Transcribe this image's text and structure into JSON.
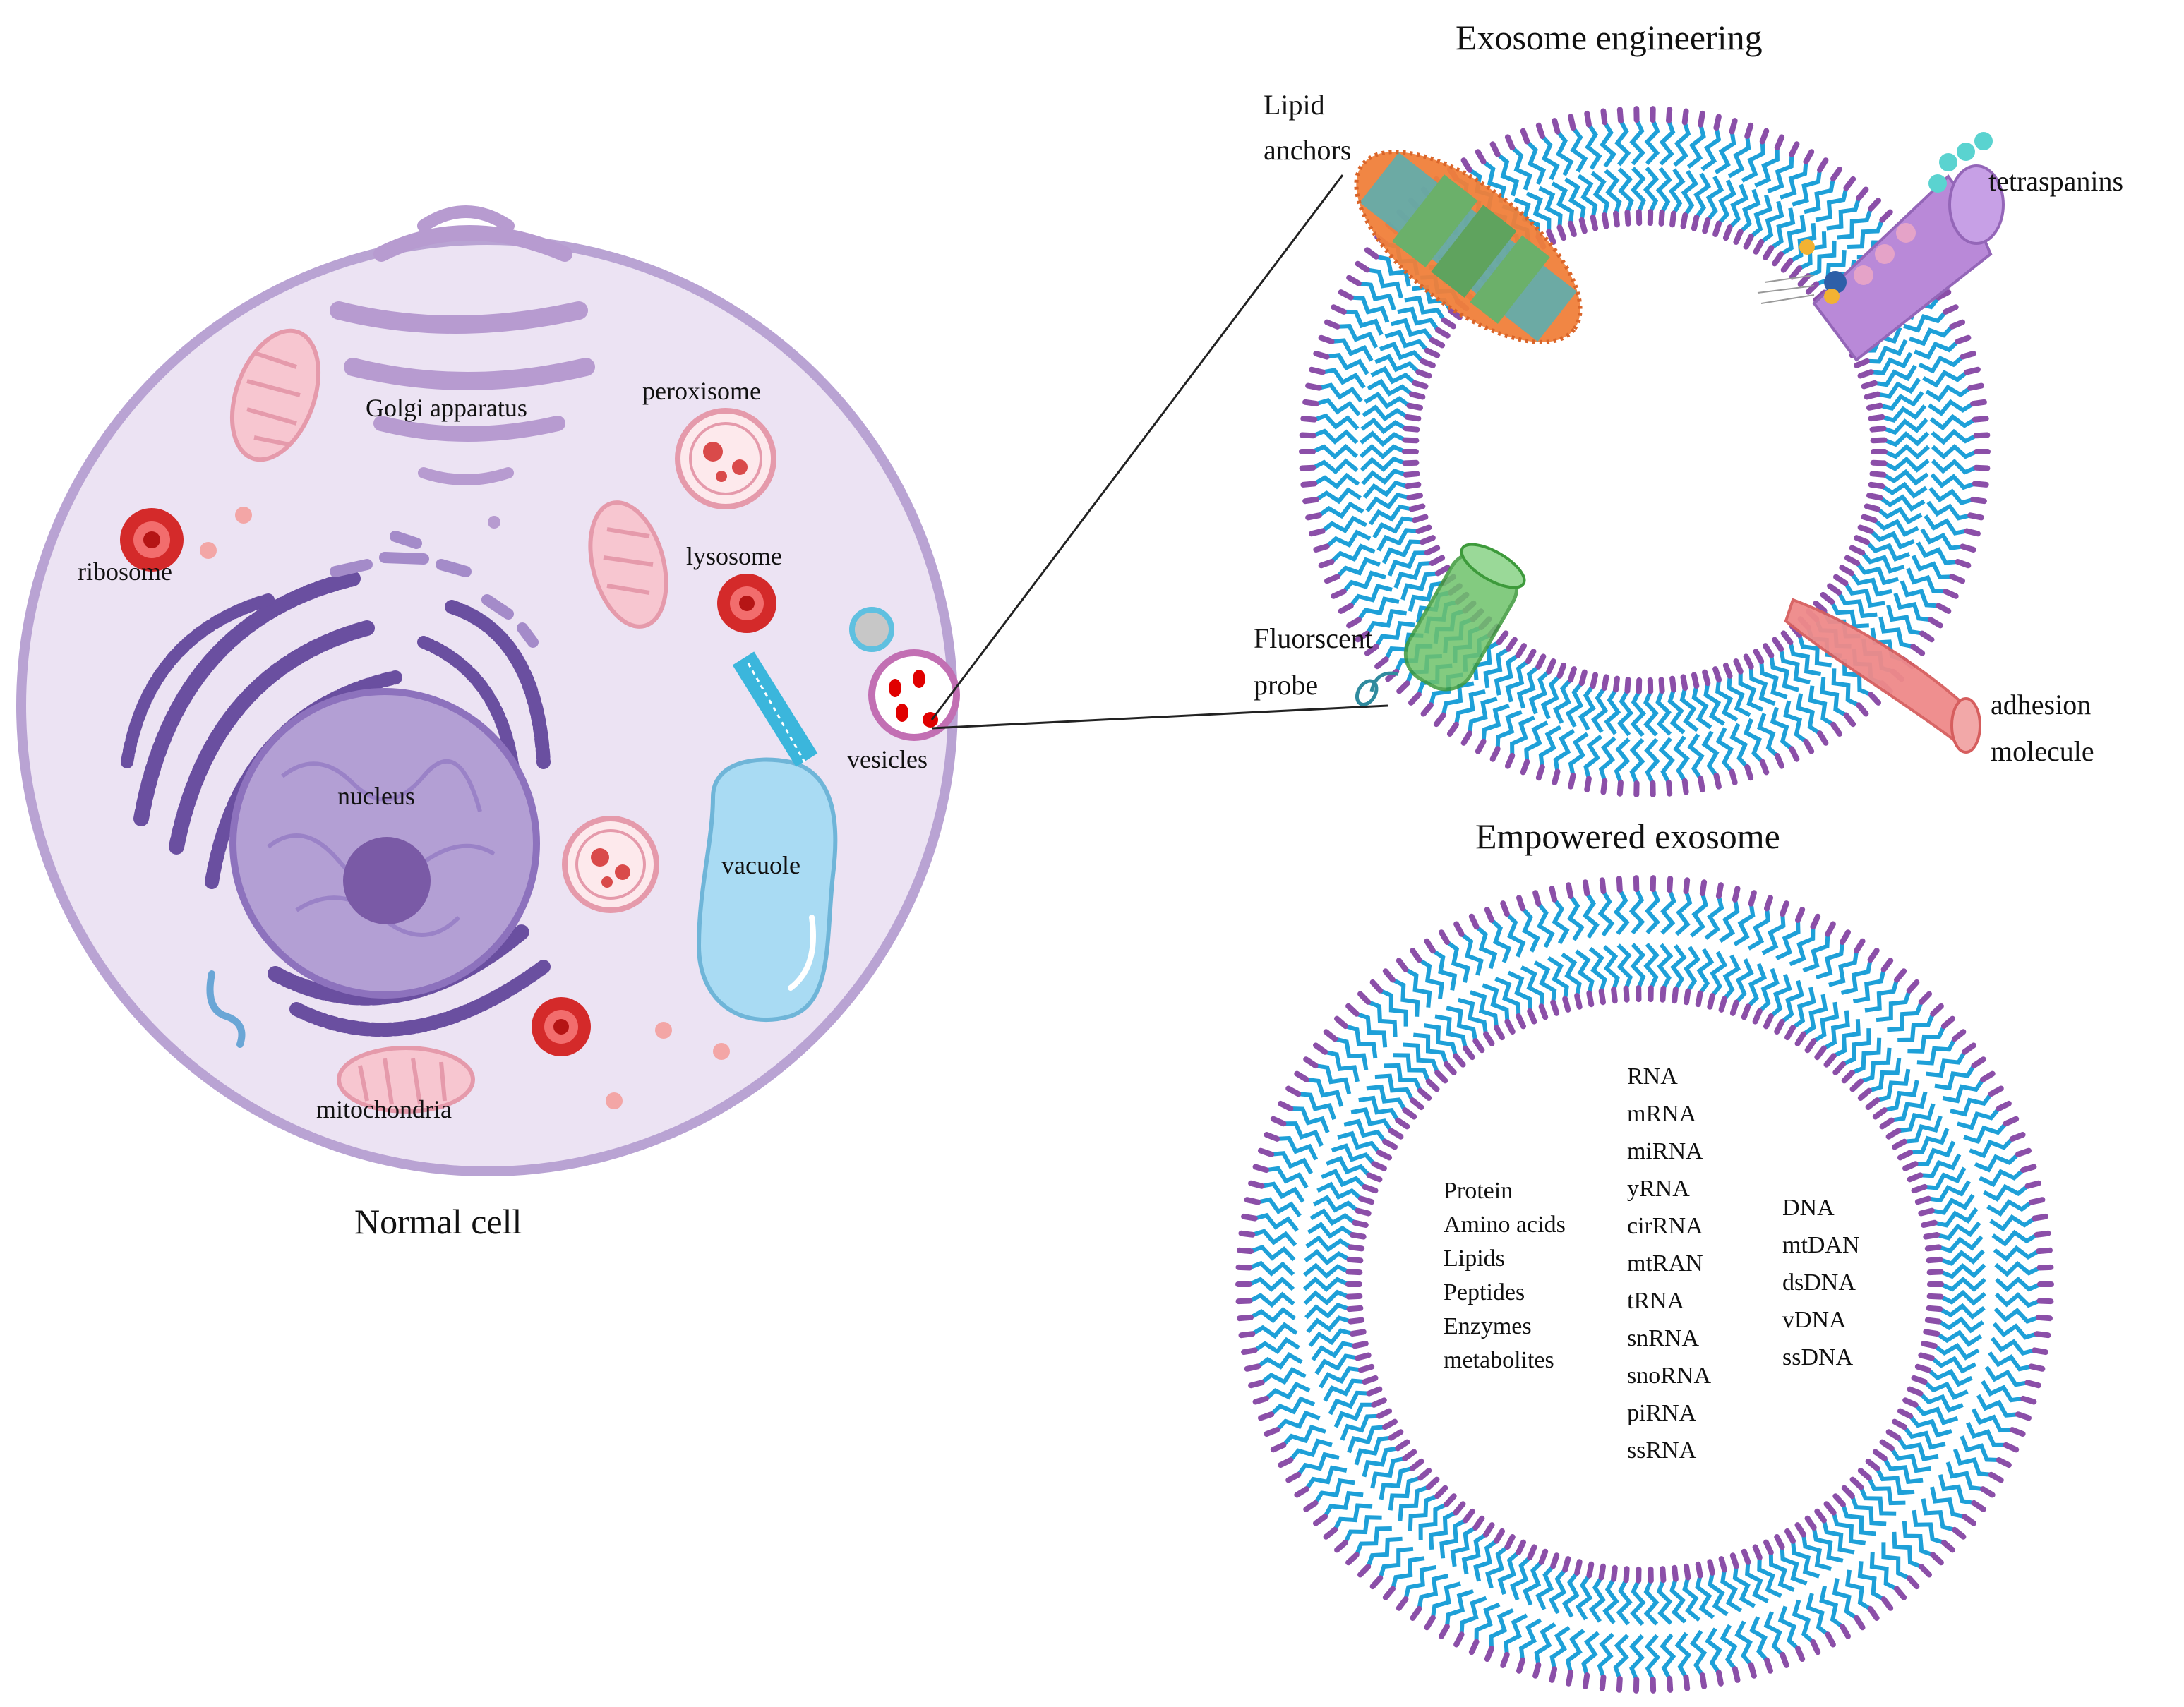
{
  "normal_cell": {
    "title": "Normal cell",
    "organelles": {
      "golgi": "Golgi apparatus",
      "peroxisome": "peroxisome",
      "ribosome": "ribosome",
      "lysosome": "lysosome",
      "nucleus": "nucleus",
      "vesicles": "vesicles",
      "vacuole": "vacuole",
      "mitochondria": "mitochondria"
    }
  },
  "exosome_engineering": {
    "title": "Exosome engineering",
    "lipid_anchors": [
      "Lipid",
      "anchors"
    ],
    "tetraspanins": "tetraspanins",
    "fluorescent_probe": [
      "Fluorscent",
      "probe"
    ],
    "adhesion_molecule": [
      "adhesion",
      "molecule"
    ]
  },
  "empowered_exosome": {
    "title": "Empowered exosome",
    "proteins": [
      "Protein",
      "Amino acids",
      "Lipids",
      "Peptides",
      "Enzymes",
      "metabolites"
    ],
    "rna": [
      "RNA",
      "mRNA",
      "miRNA",
      "yRNA",
      "cirRNA",
      "mtRAN",
      "tRNA",
      "snRNA",
      "snoRNA",
      "piRNA",
      "ssRNA"
    ],
    "dna": [
      "DNA",
      "mtDAN",
      "dsDNA",
      "vDNA",
      "ssDNA"
    ]
  },
  "colors": {
    "cell_fill": "#ece3f3",
    "cell_border": "#b9a3d3",
    "membrane_tail": "#1ea0d8",
    "membrane_head": "#8b4fa8",
    "nucleus": "#a48bc9",
    "mitochondria": "#f3b6c2",
    "lysosome": "#d42a2a",
    "vacuole": "#a9dbf3"
  }
}
